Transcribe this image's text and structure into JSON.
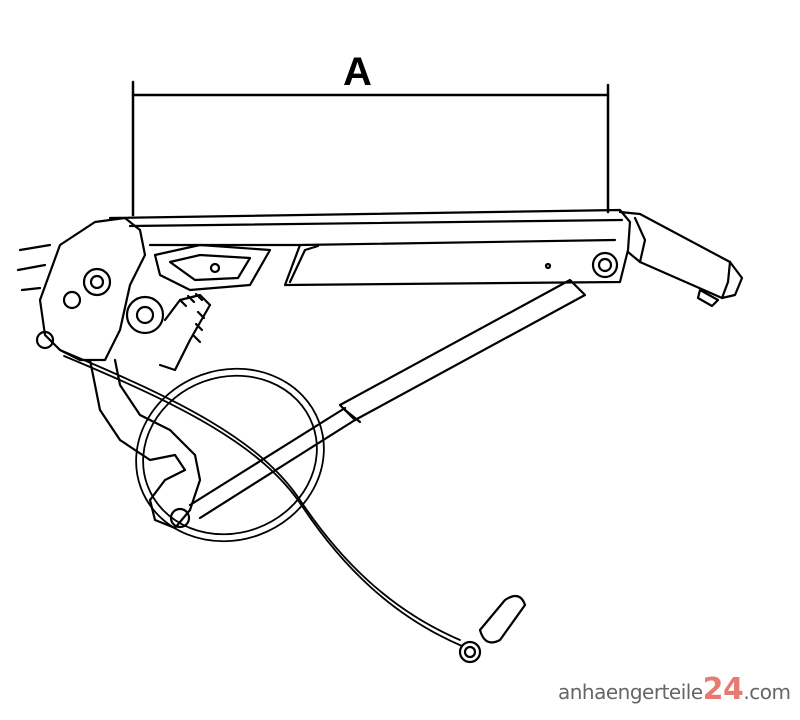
{
  "diagram": {
    "dimension_label": "A",
    "subject": "handbrake-lever-with-gas-strut"
  },
  "watermark": {
    "prefix": "anhaengerteile",
    "number": "24",
    "suffix": ".com",
    "number_color": "#e87a72",
    "text_color": "#666666"
  }
}
